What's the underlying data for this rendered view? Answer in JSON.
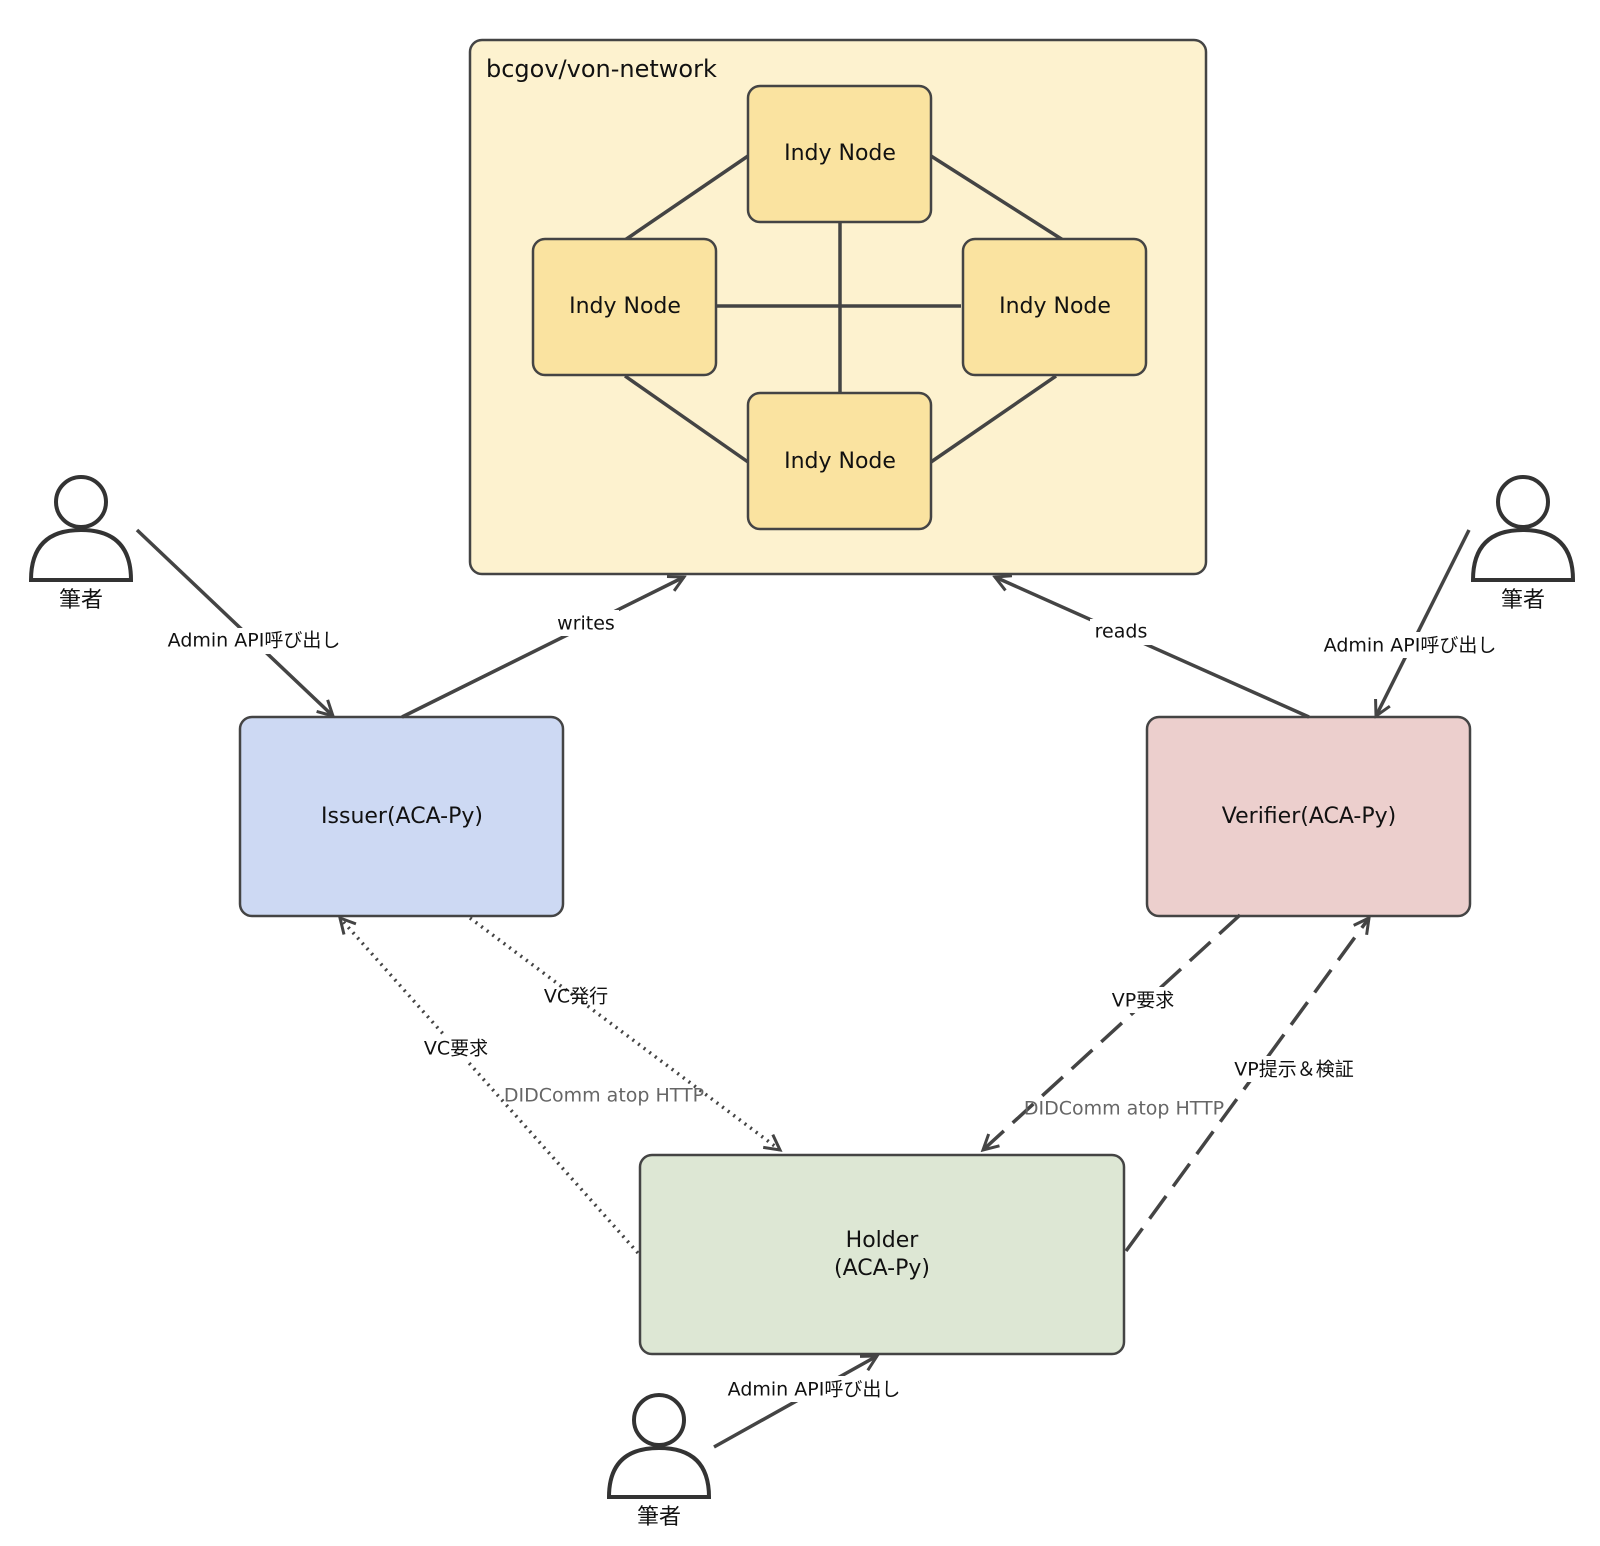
{
  "network": {
    "title": "bcgov/von-network",
    "nodes": [
      {
        "label": "Indy Node"
      },
      {
        "label": "Indy Node"
      },
      {
        "label": "Indy Node"
      },
      {
        "label": "Indy Node"
      }
    ]
  },
  "agents": {
    "issuer": {
      "label": "Issuer(ACA-Py)"
    },
    "verifier": {
      "label": "Verifier(ACA-Py)"
    },
    "holder": {
      "line1": "Holder",
      "line2": "(ACA-Py)"
    }
  },
  "actors": {
    "issuer_side": {
      "label": "筆者"
    },
    "verifier_side": {
      "label": "筆者"
    },
    "holder_side": {
      "label": "筆者"
    }
  },
  "edges": {
    "issuer_writes": "writes",
    "verifier_reads": "reads",
    "admin_issuer": "Admin API呼び出し",
    "admin_verifier": "Admin API呼び出し",
    "admin_holder": "Admin API呼び出し",
    "vc_issue": "VC発行",
    "vc_request": "VC要求",
    "vp_request": "VP要求",
    "vp_present": "VP提示＆検証",
    "didcomm_left": "DIDComm atop HTTP",
    "didcomm_right": "DIDComm atop HTTP"
  },
  "colors": {
    "network_fill": "#fdf2cf",
    "node_fill": "#fae3a0",
    "issuer_fill": "#cdd9f3",
    "verifier_fill": "#eccfcd",
    "holder_fill": "#dde7d4",
    "stroke": "#444444"
  }
}
